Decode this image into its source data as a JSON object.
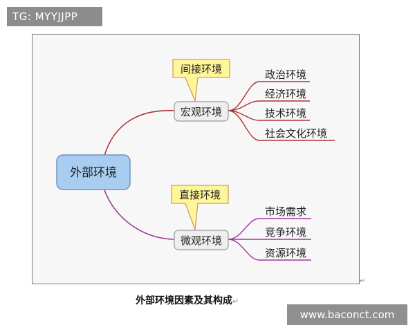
{
  "tag": "TG: MYYJJPP",
  "watermark": "www.baconct.com",
  "caption": "外部环境因素及其构成",
  "caption_mark": "↵",
  "frame_mark": "↵",
  "colors": {
    "root_fill": "#a9cdf0",
    "root_stroke": "#6b93c3",
    "callout_fill": "#fff59a",
    "callout_stroke": "#c9a35a",
    "node_fill": "#efefef",
    "node_stroke": "#9a9a9a",
    "branch_upper": "#b03030",
    "branch_lower": "#a0379c"
  },
  "diagram": {
    "root": "外部环境",
    "upper": {
      "callout": "间接环境",
      "node": "宏观环境",
      "leaves": [
        "政治环境",
        "经济环境",
        "技术环境",
        "社会文化环境"
      ]
    },
    "lower": {
      "callout": "直接环境",
      "node": "微观环境",
      "leaves": [
        "市场需求",
        "竞争环境",
        "资源环境"
      ]
    }
  }
}
